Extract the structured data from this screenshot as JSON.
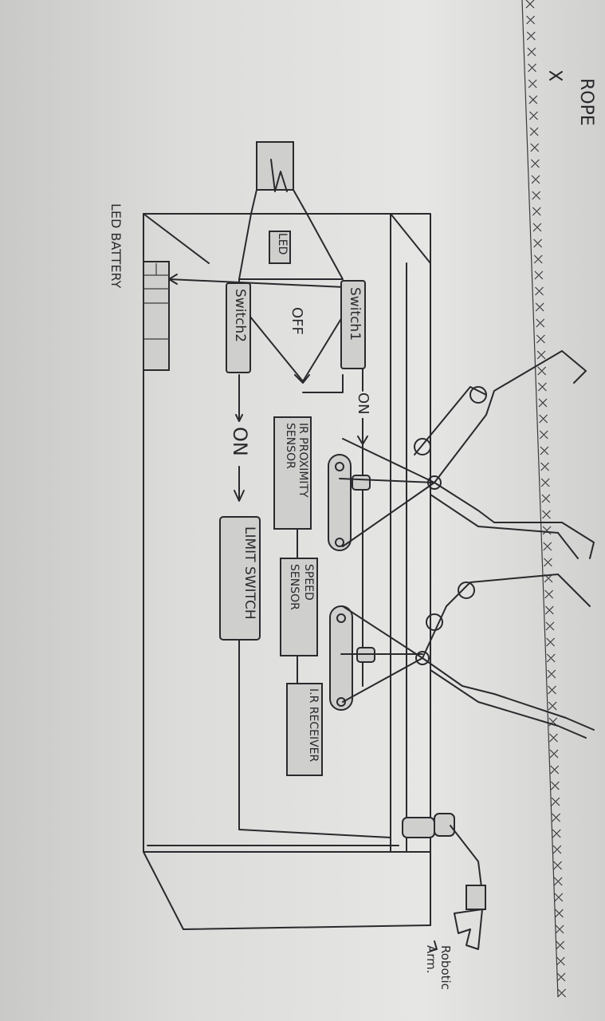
{
  "labels": {
    "rope": "ROPE",
    "led_battery": "LED BATTERY",
    "led": "LED",
    "switch1": "Switch1",
    "switch2": "Switch2",
    "off": "OFF",
    "on_top": "ON",
    "on_mid": "ON",
    "ir_proximity": "IR PROXIMITY SENSOR",
    "speed_sensor": "SPEED SENSOR",
    "ir_receiver": "I.R RECEIVER",
    "limit_switch": "LIMIT SWITCH",
    "robotic_arm": "Robotic Arm."
  }
}
